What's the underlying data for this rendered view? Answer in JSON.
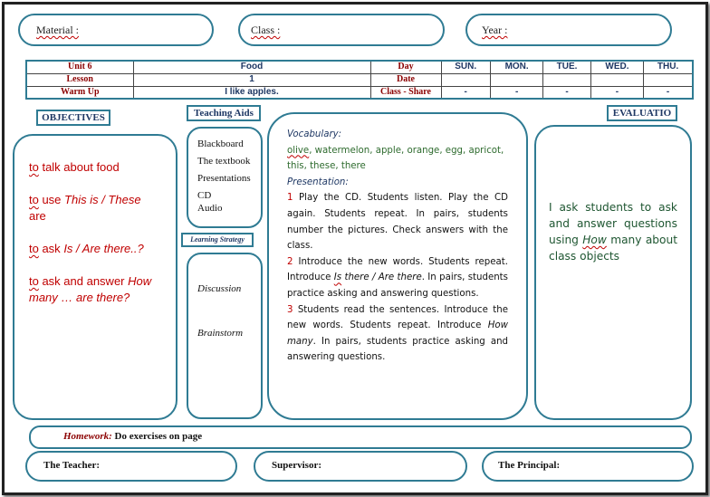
{
  "header": {
    "material": "Material :",
    "class": "Class :",
    "year": "Year :"
  },
  "info_table": {
    "rows": [
      {
        "key": "Unit 6",
        "value": "Food",
        "label": "Day"
      },
      {
        "key": "Lesson",
        "value": "1",
        "label": "Date"
      },
      {
        "key": "Warm Up",
        "value": "I like apples.",
        "label": "Class - Share"
      }
    ],
    "days": [
      "SUN.",
      "MON.",
      "TUE.",
      "WED.",
      "THU."
    ],
    "share_values": [
      "-",
      "-",
      "-",
      "-",
      "-"
    ]
  },
  "objectives": {
    "label": "OBJECTIVES",
    "items": [
      {
        "to": "to",
        "text": " talk about food",
        "italic": ""
      },
      {
        "to": "to",
        "text": " use ",
        "italic": "This is / These",
        "tail": " are"
      },
      {
        "to": "to",
        "text": " ask ",
        "italic": "Is / Are there..?",
        "tail": ""
      },
      {
        "to": "to",
        "text": " ask and answer ",
        "italic": "How many … are there?",
        "tail": ""
      }
    ]
  },
  "teaching_aids": {
    "label": "Teaching Aids",
    "items": [
      "Blackboard",
      "The textbook",
      "Presentations",
      "CD",
      "Audio"
    ]
  },
  "learning_strategy": {
    "label": "Learning Strategy",
    "items": [
      "Discussion",
      "Brainstorm"
    ]
  },
  "procedure": {
    "vocab_heading": "Vocabulary:",
    "vocab_first": "olive",
    "vocab_rest": ", watermelon, apple, orange, egg, apricot, this, these, there",
    "presentation_heading": "Presentation:",
    "steps": [
      {
        "num": "1",
        "text": " Play the CD. Students listen. Play the CD again. Students repeat. In pairs, students number the pictures. Check answers with the class."
      },
      {
        "num": "2",
        "pre": " Introduce the new words. Students repeat. Introduce ",
        "is": "Is",
        "mid": " there / Are there",
        "post": ". In pairs, students practice asking and answering questions."
      },
      {
        "num": "3",
        "pre": " Students read the sentences. Introduce the new words. Students repeat. Introduce ",
        "em": "How many",
        "post": ". In pairs, students practice asking and answering questions."
      }
    ]
  },
  "evaluation": {
    "label": "EVALUATIO",
    "pre": "I ask students to ask and answer questions using ",
    "how": "How",
    "post": " many about class objects"
  },
  "homework": {
    "label": "Homework:",
    "text": " Do exercises on page"
  },
  "footer": {
    "teacher": "The Teacher:",
    "supervisor": "Supervisor:",
    "principal": "The Principal:"
  }
}
